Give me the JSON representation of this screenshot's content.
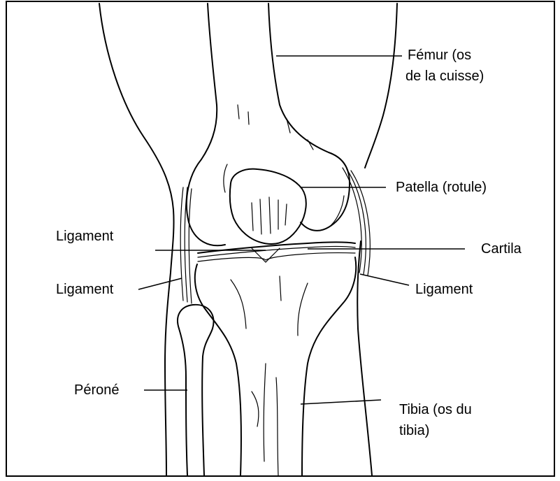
{
  "diagram": {
    "labels": {
      "femur_line1": "Fémur (os",
      "femur_line2": "de la cuisse)",
      "patella": "Patella (rotule)",
      "ligament_upper_left": "Ligament",
      "cartilage": "Cartila",
      "ligament_lower_left": "Ligament",
      "ligament_right": "Ligament",
      "fibula": "Péroné",
      "tibia_line1": "Tibia (os du",
      "tibia_line2": "tibia)"
    }
  }
}
